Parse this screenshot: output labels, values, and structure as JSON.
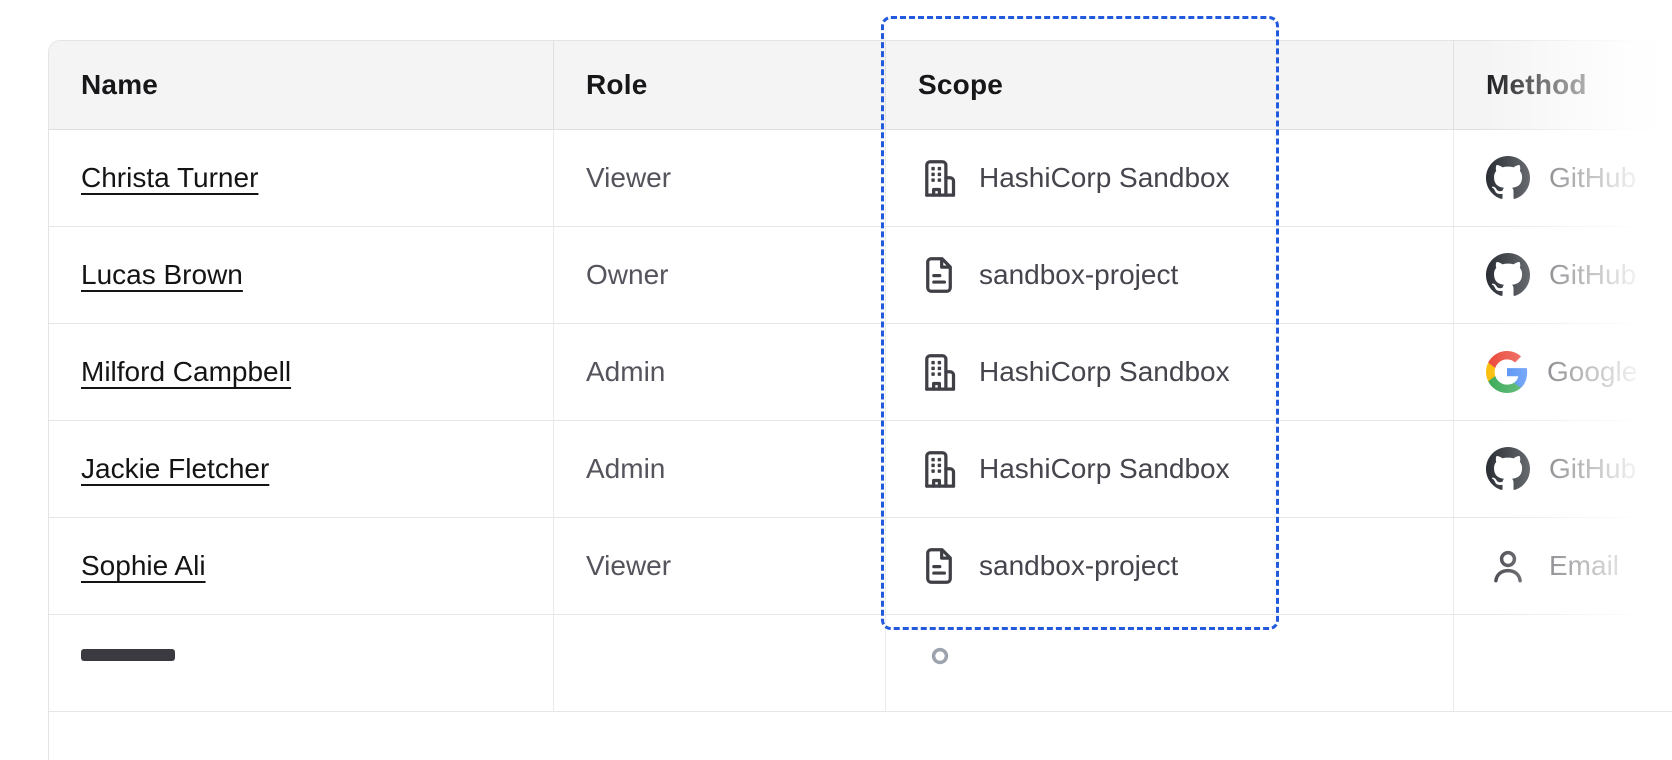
{
  "table": {
    "headers": [
      {
        "label": "Name"
      },
      {
        "label": "Role"
      },
      {
        "label": "Scope"
      },
      {
        "label": "Method"
      }
    ],
    "rows": [
      {
        "name": "Christa Turner",
        "role": "Viewer",
        "scope": {
          "label": "HashiCorp Sandbox",
          "icon": "organization-icon"
        },
        "method": {
          "label": "GitHub",
          "icon": "github-icon"
        }
      },
      {
        "name": "Lucas Brown",
        "role": "Owner",
        "scope": {
          "label": "sandbox-project",
          "icon": "project-icon"
        },
        "method": {
          "label": "GitHub",
          "icon": "github-icon"
        }
      },
      {
        "name": "Milford Campbell",
        "role": "Admin",
        "scope": {
          "label": "HashiCorp Sandbox",
          "icon": "organization-icon"
        },
        "method": {
          "label": "Google",
          "icon": "google-icon"
        }
      },
      {
        "name": "Jackie Fletcher",
        "role": "Admin",
        "scope": {
          "label": "HashiCorp Sandbox",
          "icon": "organization-icon"
        },
        "method": {
          "label": "GitHub",
          "icon": "github-icon"
        }
      },
      {
        "name": "Sophie Ali",
        "role": "Viewer",
        "scope": {
          "label": "sandbox-project",
          "icon": "project-icon"
        },
        "method": {
          "label": "Email",
          "icon": "person-icon"
        }
      }
    ]
  },
  "highlight": {
    "target_column": "Scope",
    "border_style": "dashed",
    "border_color": "#2359dd"
  },
  "colors": {
    "header_bg": "#f4f4f5",
    "border": "#e4e4e7",
    "name_text": "#141416",
    "body_text": "#54545c",
    "icon_stroke": "#3f3f46",
    "github_mark": "#24292f",
    "google_g": [
      "#4285F4",
      "#34A853",
      "#FBBC05",
      "#EA4335"
    ]
  }
}
